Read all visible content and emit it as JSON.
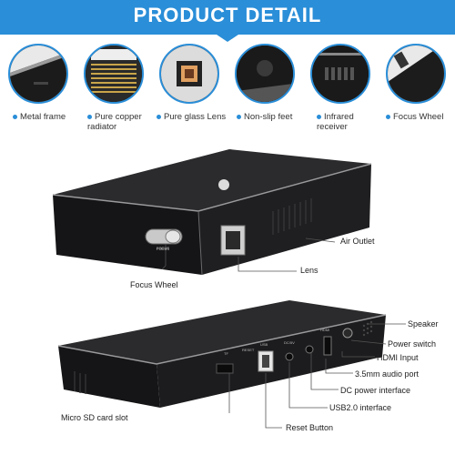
{
  "banner": {
    "title": "PRODUCT DETAIL"
  },
  "features": [
    {
      "label": "Metal frame"
    },
    {
      "label": "Pure copper radiator"
    },
    {
      "label": "Pure glass Lens"
    },
    {
      "label": "Non-slip feet"
    },
    {
      "label": "Infrared receiver"
    },
    {
      "label": "Focus Wheel"
    }
  ],
  "callouts": {
    "air_outlet": "Air Outlet",
    "lens": "Lens",
    "focus_wheel": "Focus Wheel",
    "speaker": "Speaker",
    "power_switch": "Power switch",
    "hdmi_input": "HDMI Input",
    "audio_port": "3.5mm audio port",
    "dc_power": "DC power interface",
    "usb2": "USB2.0 interface",
    "reset_button": "Reset Button",
    "micro_sd": "Micro SD card slot"
  },
  "device_markings": {
    "focus": "FOCUS",
    "tf": "TF",
    "reset": "RESET",
    "usb": "USB",
    "dc": "DC/5V",
    "hdmi": "HDMI"
  },
  "colors": {
    "accent": "#2a8ed8",
    "device_body": "#1c1c1e",
    "device_edge": "#8a8a8c"
  }
}
